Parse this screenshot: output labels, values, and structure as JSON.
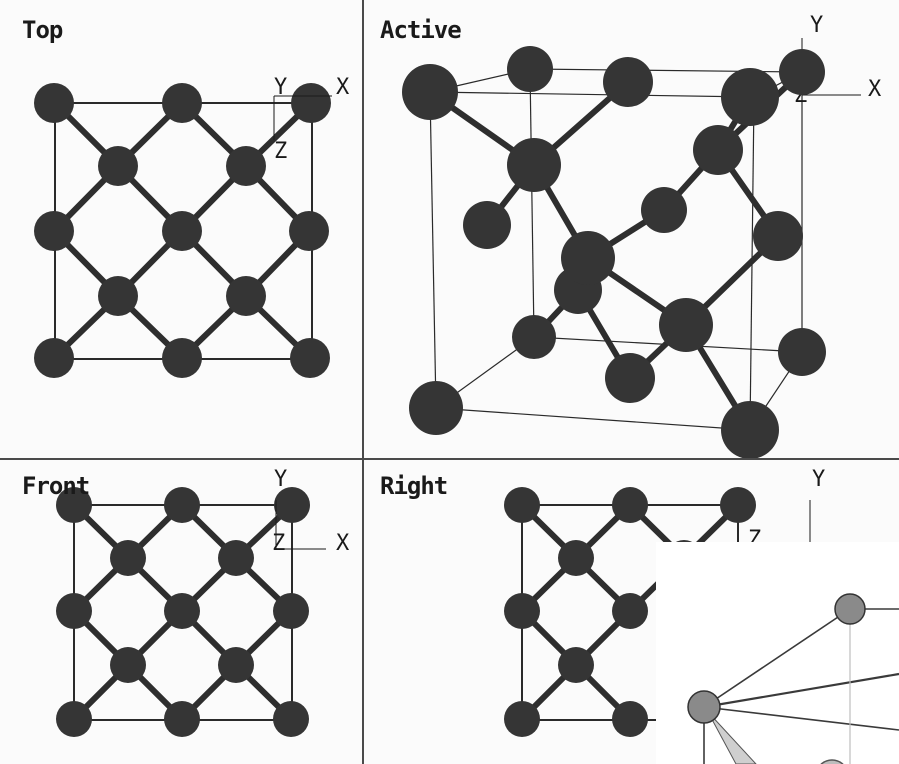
{
  "viewports": {
    "top": {
      "label": "Top"
    },
    "active": {
      "label": "Active"
    },
    "front": {
      "label": "Front"
    },
    "right": {
      "label": "Right"
    }
  },
  "axes": {
    "x": "X",
    "y": "Y",
    "z": "Z"
  },
  "colors": {
    "background": "#fbfbfb",
    "atom": "#353535",
    "bond": "#2e2e2e",
    "cell_edge": "#2a2a2a",
    "divider": "#4a4a4a",
    "inset_atom": "#8a8a8a"
  }
}
